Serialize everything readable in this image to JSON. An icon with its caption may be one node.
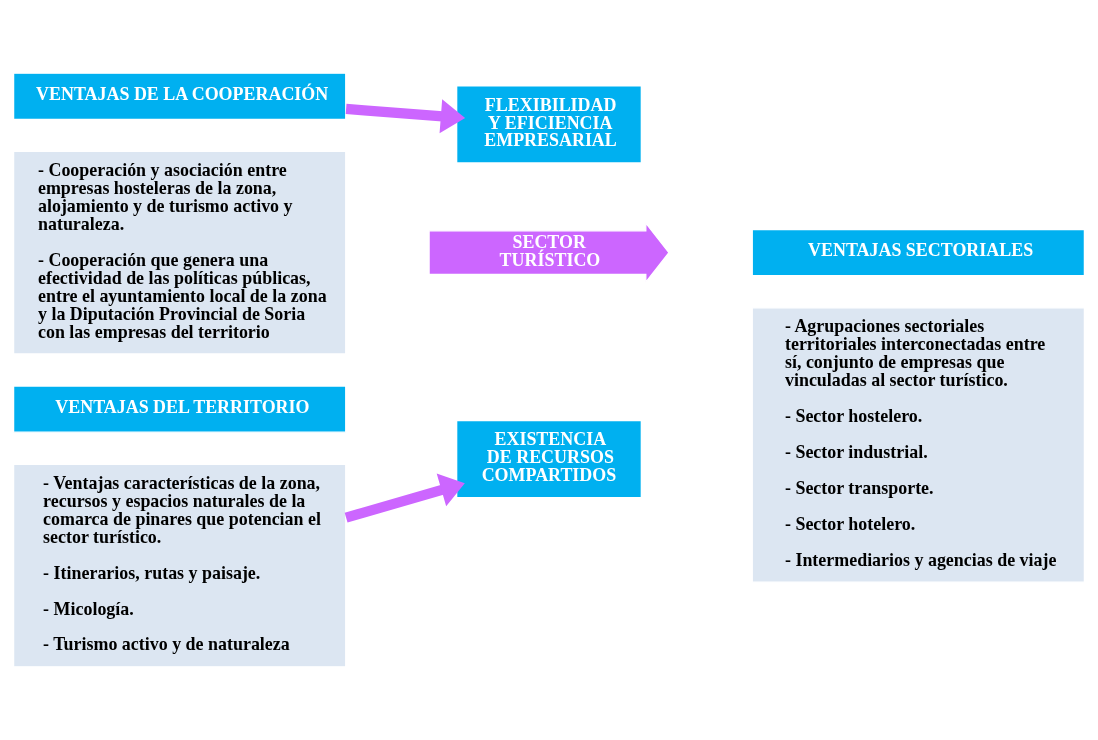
{
  "diagram": {
    "nodes": [
      {
        "text": [
          "VENTAJAS DE LA COOPERACIÓN"
        ]
      },
      {
        "text": [
          "- Cooperación y asociación entre empresas hosteleras de la zona, alojamiento y de turismo activo y naturaleza.",
          "- Cooperación que genera una efectividad de las políticas públicas, entre el ayuntamiento local de la zona  y la Diputación Provincial de Soria con las empresas del territorio"
        ]
      },
      {
        "text": [
          "FLEXIBILIDAD Y EFICIENCIA EMPRESARIAL"
        ]
      },
      {
        "text": [
          "SECTOR TURÍSTICO"
        ]
      },
      {
        "text": [
          "VENTAJAS DEL TERRITORIO"
        ]
      },
      {
        "text": [
          "- Ventajas características de la zona, recursos y espacios naturales de la comarca de pinares que potencian el sector turístico.",
          "- Itinerarios, rutas y paisaje.",
          "- Micología.",
          "- Turismo activo y de naturaleza"
        ]
      },
      {
        "text": [
          "EXISTENCIA DE RECURSOS COMPARTIDOS"
        ]
      },
      {
        "text": [
          "VENTAJAS SECTORIALES"
        ]
      },
      {
        "text": [
          "- Agrupaciones sectoriales territoriales interconectadas entre sí, conjunto de empresas que vinculadas al sector turístico.",
          "- Sector hostelero.",
          "- Sector industrial.",
          "- Sector transporte.",
          "- Sector hotelero.",
          "- Intermediarios y agencias de viaje"
        ]
      }
    ],
    "edges": [
      {
        "from": 0,
        "to": 2,
        "arrow": "to"
      },
      {
        "from": 5,
        "to": 6,
        "arrow": "to"
      }
    ]
  }
}
